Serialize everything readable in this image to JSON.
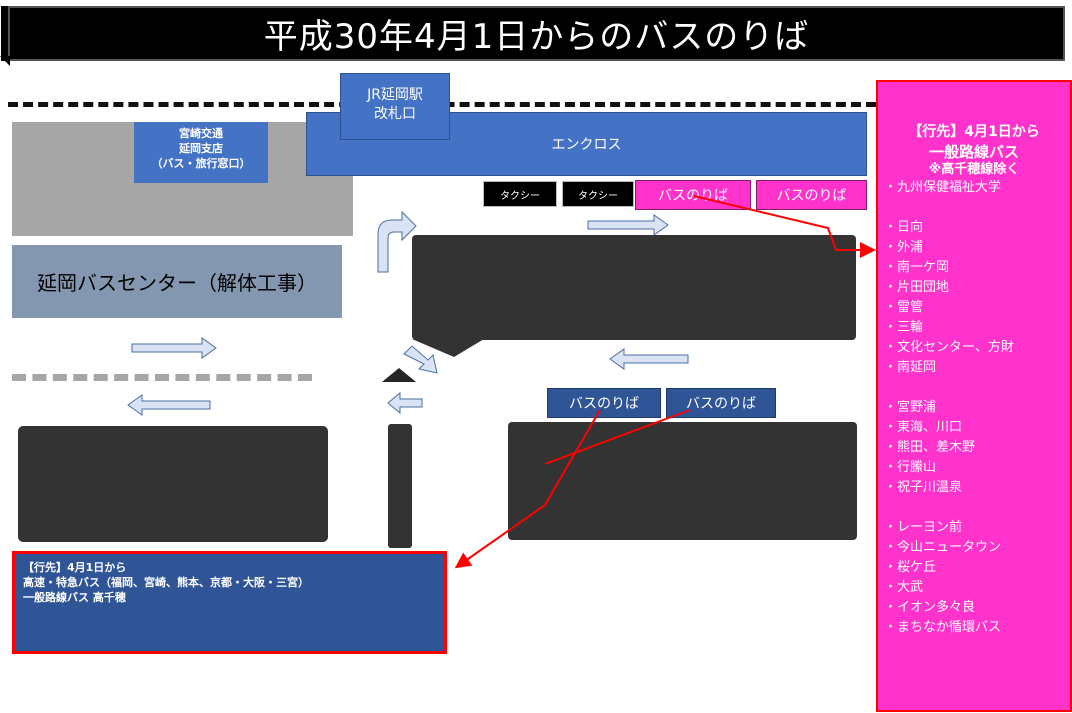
{
  "title": "平成30年4月1日からのバスのりば",
  "station": {
    "line1": "JR延岡駅",
    "line2": "改札口"
  },
  "encross": "エンクロス",
  "miyazaki_kotsu": {
    "line1": "宮崎交通",
    "line2": "延岡支店",
    "line3": "（バス・旅行窓口）"
  },
  "bus_center": "延岡バスセンター（解体工事）",
  "taxi": [
    "タクシー",
    "タクシー"
  ],
  "bus_stops_pink": [
    "バスのりば",
    "バスのりば"
  ],
  "bus_stops_blue": [
    "バスのりば",
    "バスのりば"
  ],
  "dest_left": {
    "line1": "【行先】4月1日から",
    "line2": "高速・特急バス（福岡、宮崎、熊本、京都・大阪・三宮）",
    "line3": "一般路線バス 高千穂"
  },
  "dest_right": {
    "heading1": "【行先】4月1日から",
    "heading2": "一般路線バス",
    "heading3": "※高千穂線除く",
    "groups": [
      [
        "・九州保健福祉大学"
      ],
      [
        "・日向",
        "・外浦",
        "・南一ケ岡",
        "・片田団地",
        "・雷管",
        "・三輪",
        "・文化センター、方財",
        "・南延岡"
      ],
      [
        "・宮野浦",
        "・東海、川口",
        "・熊田、差木野",
        "・行縢山",
        "・祝子川温泉"
      ],
      [
        "・レーヨン前",
        "・今山ニュータウン",
        "・桜ケ丘",
        "・大武",
        "・イオン多々良",
        "・まちなか循環バス"
      ]
    ]
  },
  "colors": {
    "pink": "#ff33cc",
    "blue": "#4472c4",
    "navy": "#2f5597",
    "red": "#ff0000",
    "arrow_fill": "#dae3f3",
    "arrow_stroke": "#4a6fa5"
  }
}
